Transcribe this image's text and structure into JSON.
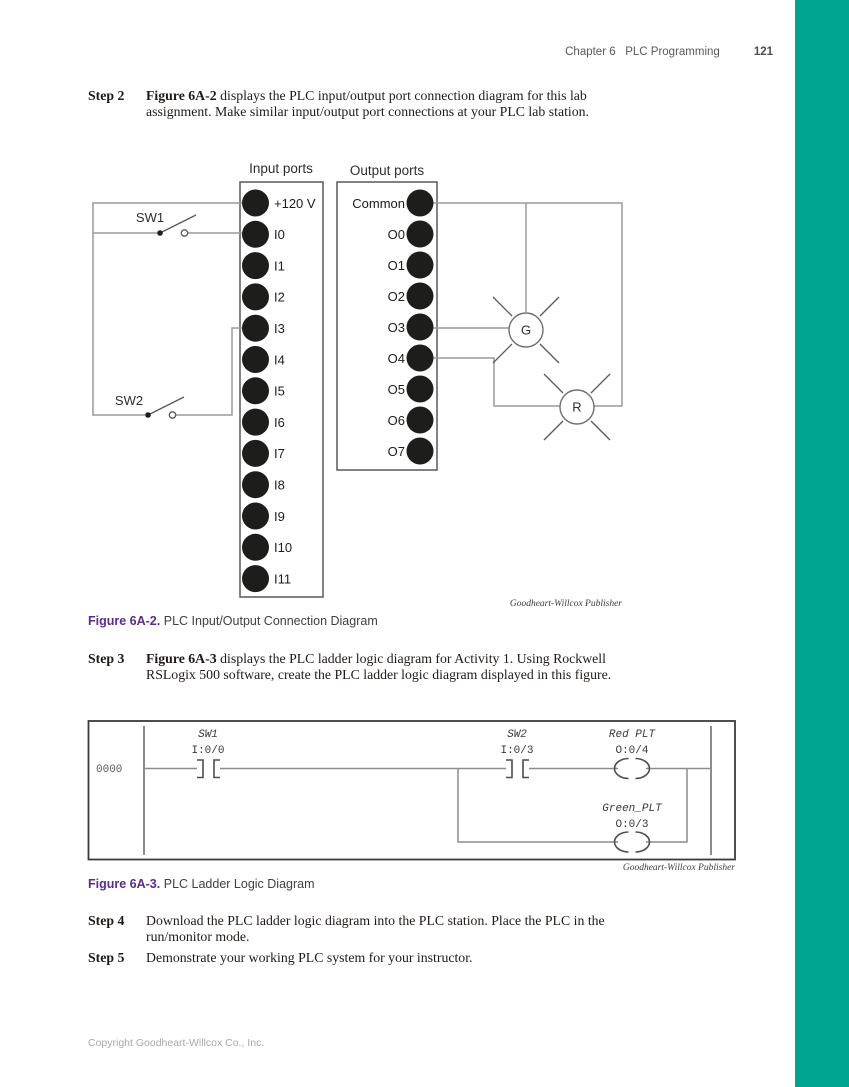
{
  "header": {
    "chapter_label": "Chapter 6   PLC Programming",
    "page_number": "121"
  },
  "steps": {
    "step2": {
      "label": "Step 2",
      "lead": "Figure 6A-2",
      "text": "displays the PLC input/output port connection diagram for this lab assignment. Make similar input/output port connections at your PLC lab station."
    },
    "step3": {
      "label": "Step 3",
      "lead": "Figure 6A-3",
      "text": "displays the PLC ladder logic diagram for Activity 1. Using Rockwell RSLogix 500 software, create the PLC ladder logic diagram displayed in this figure."
    },
    "step4": {
      "label": "Step 4",
      "text": "Download the PLC ladder logic diagram into the PLC station. Place the PLC in the run/monitor mode."
    },
    "step5": {
      "label": "Step 5",
      "text": "Demonstrate your working PLC system for your instructor."
    }
  },
  "io_diagram": {
    "input_title": "Input ports",
    "output_title": "Output ports",
    "input_labels": [
      "+120 V",
      "I0",
      "I1",
      "I2",
      "I3",
      "I4",
      "I5",
      "I6",
      "I7",
      "I8",
      "I9",
      "I10",
      "I11"
    ],
    "output_labels": [
      "Common",
      "O0",
      "O1",
      "O2",
      "O3",
      "O4",
      "O5",
      "O6",
      "O7"
    ],
    "switch1": "SW1",
    "switch2": "SW2",
    "green_lamp": "G",
    "red_lamp": "R",
    "credit": "Goodheart-Willcox Publisher"
  },
  "figure_6a2": {
    "label": "Figure 6A-2.",
    "caption": "PLC Input/Output Connection Diagram"
  },
  "figure_6a3": {
    "label": "Figure 6A-3.",
    "caption": "PLC Ladder Logic Diagram"
  },
  "ladder": {
    "rung_number": "0000",
    "contacts": [
      {
        "name": "SW1",
        "address": "I:0/0"
      },
      {
        "name": "SW2",
        "address": "I:0/3"
      }
    ],
    "coils": [
      {
        "name": "Red PLT",
        "address": "O:0/4"
      },
      {
        "name": "Green_PLT",
        "address": "O:0/3"
      }
    ],
    "credit": "Goodheart-Willcox Publisher"
  },
  "footer": {
    "copyright": "Copyright Goodheart-Willcox Co., Inc."
  },
  "colors": {
    "accent_bar": "#00a591",
    "figure_label": "#5c2d87",
    "wire_gray": "#9a9a9a"
  }
}
